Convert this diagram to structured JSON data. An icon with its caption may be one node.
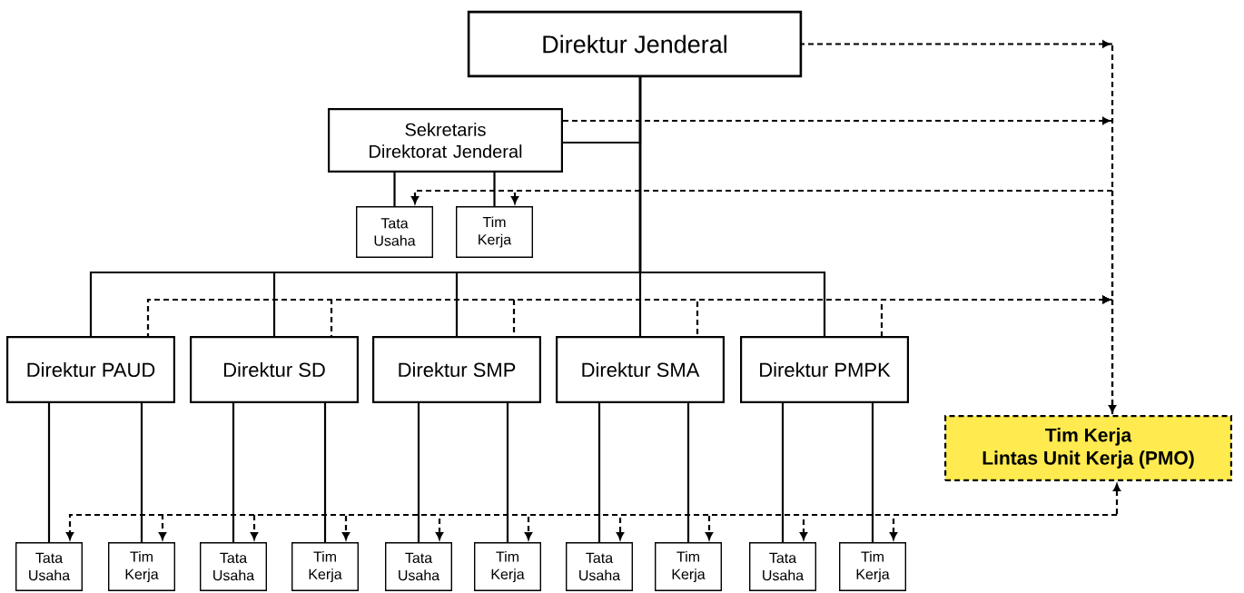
{
  "diagram": {
    "nodes": [
      {
        "text": [
          "Direktur Jenderal"
        ]
      },
      {
        "text": [
          "Sekretaris Direktorat Jenderal"
        ]
      },
      {
        "text": [
          "Tata Usaha"
        ]
      },
      {
        "text": [
          "Tim Kerja"
        ]
      },
      {
        "text": [
          "Direktur PAUD"
        ]
      },
      {
        "text": [
          "Direktur SD"
        ]
      },
      {
        "text": [
          "Direktur SMP"
        ]
      },
      {
        "text": [
          "Direktur SMA"
        ]
      },
      {
        "text": [
          "Direktur PMPK"
        ]
      },
      {
        "text": [
          "Tim Kerja",
          "Lintas Unit Kerja (PMO)"
        ]
      },
      {
        "text": [
          "Tata Usaha"
        ]
      },
      {
        "text": [
          "Tim Kerja"
        ]
      },
      {
        "text": [
          "Tata Usaha"
        ]
      },
      {
        "text": [
          "Tim Kerja"
        ]
      },
      {
        "text": [
          "Tata Usaha"
        ]
      },
      {
        "text": [
          "Tim Kerja"
        ]
      },
      {
        "text": [
          "Tata Usaha"
        ]
      },
      {
        "text": [
          "Tim Kerja"
        ]
      },
      {
        "text": [
          "Tata Usaha"
        ]
      },
      {
        "text": [
          "Tim Kerja"
        ]
      }
    ],
    "edges": [
      {
        "from": 0,
        "to": 1,
        "arrow": "none"
      },
      {
        "from": 1,
        "to": 2,
        "arrow": "none"
      },
      {
        "from": 1,
        "to": 3,
        "arrow": "none"
      },
      {
        "from": 0,
        "to": 4,
        "arrow": "none"
      },
      {
        "from": 0,
        "to": 5,
        "arrow": "none"
      },
      {
        "from": 0,
        "to": 6,
        "arrow": "none"
      },
      {
        "from": 0,
        "to": 7,
        "arrow": "none"
      },
      {
        "from": 0,
        "to": 8,
        "arrow": "none"
      },
      {
        "from": 4,
        "to": 10,
        "arrow": "none"
      },
      {
        "from": 4,
        "to": 11,
        "arrow": "none"
      },
      {
        "from": 5,
        "to": 12,
        "arrow": "none"
      },
      {
        "from": 5,
        "to": 13,
        "arrow": "none"
      },
      {
        "from": 6,
        "to": 14,
        "arrow": "none"
      },
      {
        "from": 6,
        "to": 15,
        "arrow": "none"
      },
      {
        "from": 7,
        "to": 16,
        "arrow": "none"
      },
      {
        "from": 7,
        "to": 17,
        "arrow": "none"
      },
      {
        "from": 8,
        "to": 18,
        "arrow": "none"
      },
      {
        "from": 8,
        "to": 19,
        "arrow": "none"
      },
      {
        "from": 0,
        "to": 9,
        "arrow": "to",
        "style": "dashed"
      },
      {
        "from": 1,
        "to": 9,
        "arrow": "to",
        "style": "dashed"
      },
      {
        "from": 4,
        "to": 9,
        "arrow": "to",
        "style": "dashed"
      },
      {
        "from": 5,
        "to": 9,
        "arrow": "to",
        "style": "dashed"
      },
      {
        "from": 6,
        "to": 9,
        "arrow": "to",
        "style": "dashed"
      },
      {
        "from": 7,
        "to": 9,
        "arrow": "to",
        "style": "dashed"
      },
      {
        "from": 8,
        "to": 9,
        "arrow": "to",
        "style": "dashed"
      },
      {
        "from": 9,
        "to": 2,
        "arrow": "to",
        "style": "dashed"
      },
      {
        "from": 9,
        "to": 3,
        "arrow": "to",
        "style": "dashed"
      },
      {
        "from": 9,
        "to": 10,
        "arrow": "both",
        "style": "dashed"
      },
      {
        "from": 9,
        "to": 11,
        "arrow": "both",
        "style": "dashed"
      },
      {
        "from": 9,
        "to": 12,
        "arrow": "both",
        "style": "dashed"
      },
      {
        "from": 9,
        "to": 13,
        "arrow": "both",
        "style": "dashed"
      },
      {
        "from": 9,
        "to": 14,
        "arrow": "both",
        "style": "dashed"
      },
      {
        "from": 9,
        "to": 15,
        "arrow": "both",
        "style": "dashed"
      },
      {
        "from": 9,
        "to": 16,
        "arrow": "both",
        "style": "dashed"
      },
      {
        "from": 9,
        "to": 17,
        "arrow": "both",
        "style": "dashed"
      },
      {
        "from": 9,
        "to": 18,
        "arrow": "both",
        "style": "dashed"
      },
      {
        "from": 9,
        "to": 19,
        "arrow": "both",
        "style": "dashed"
      }
    ]
  }
}
